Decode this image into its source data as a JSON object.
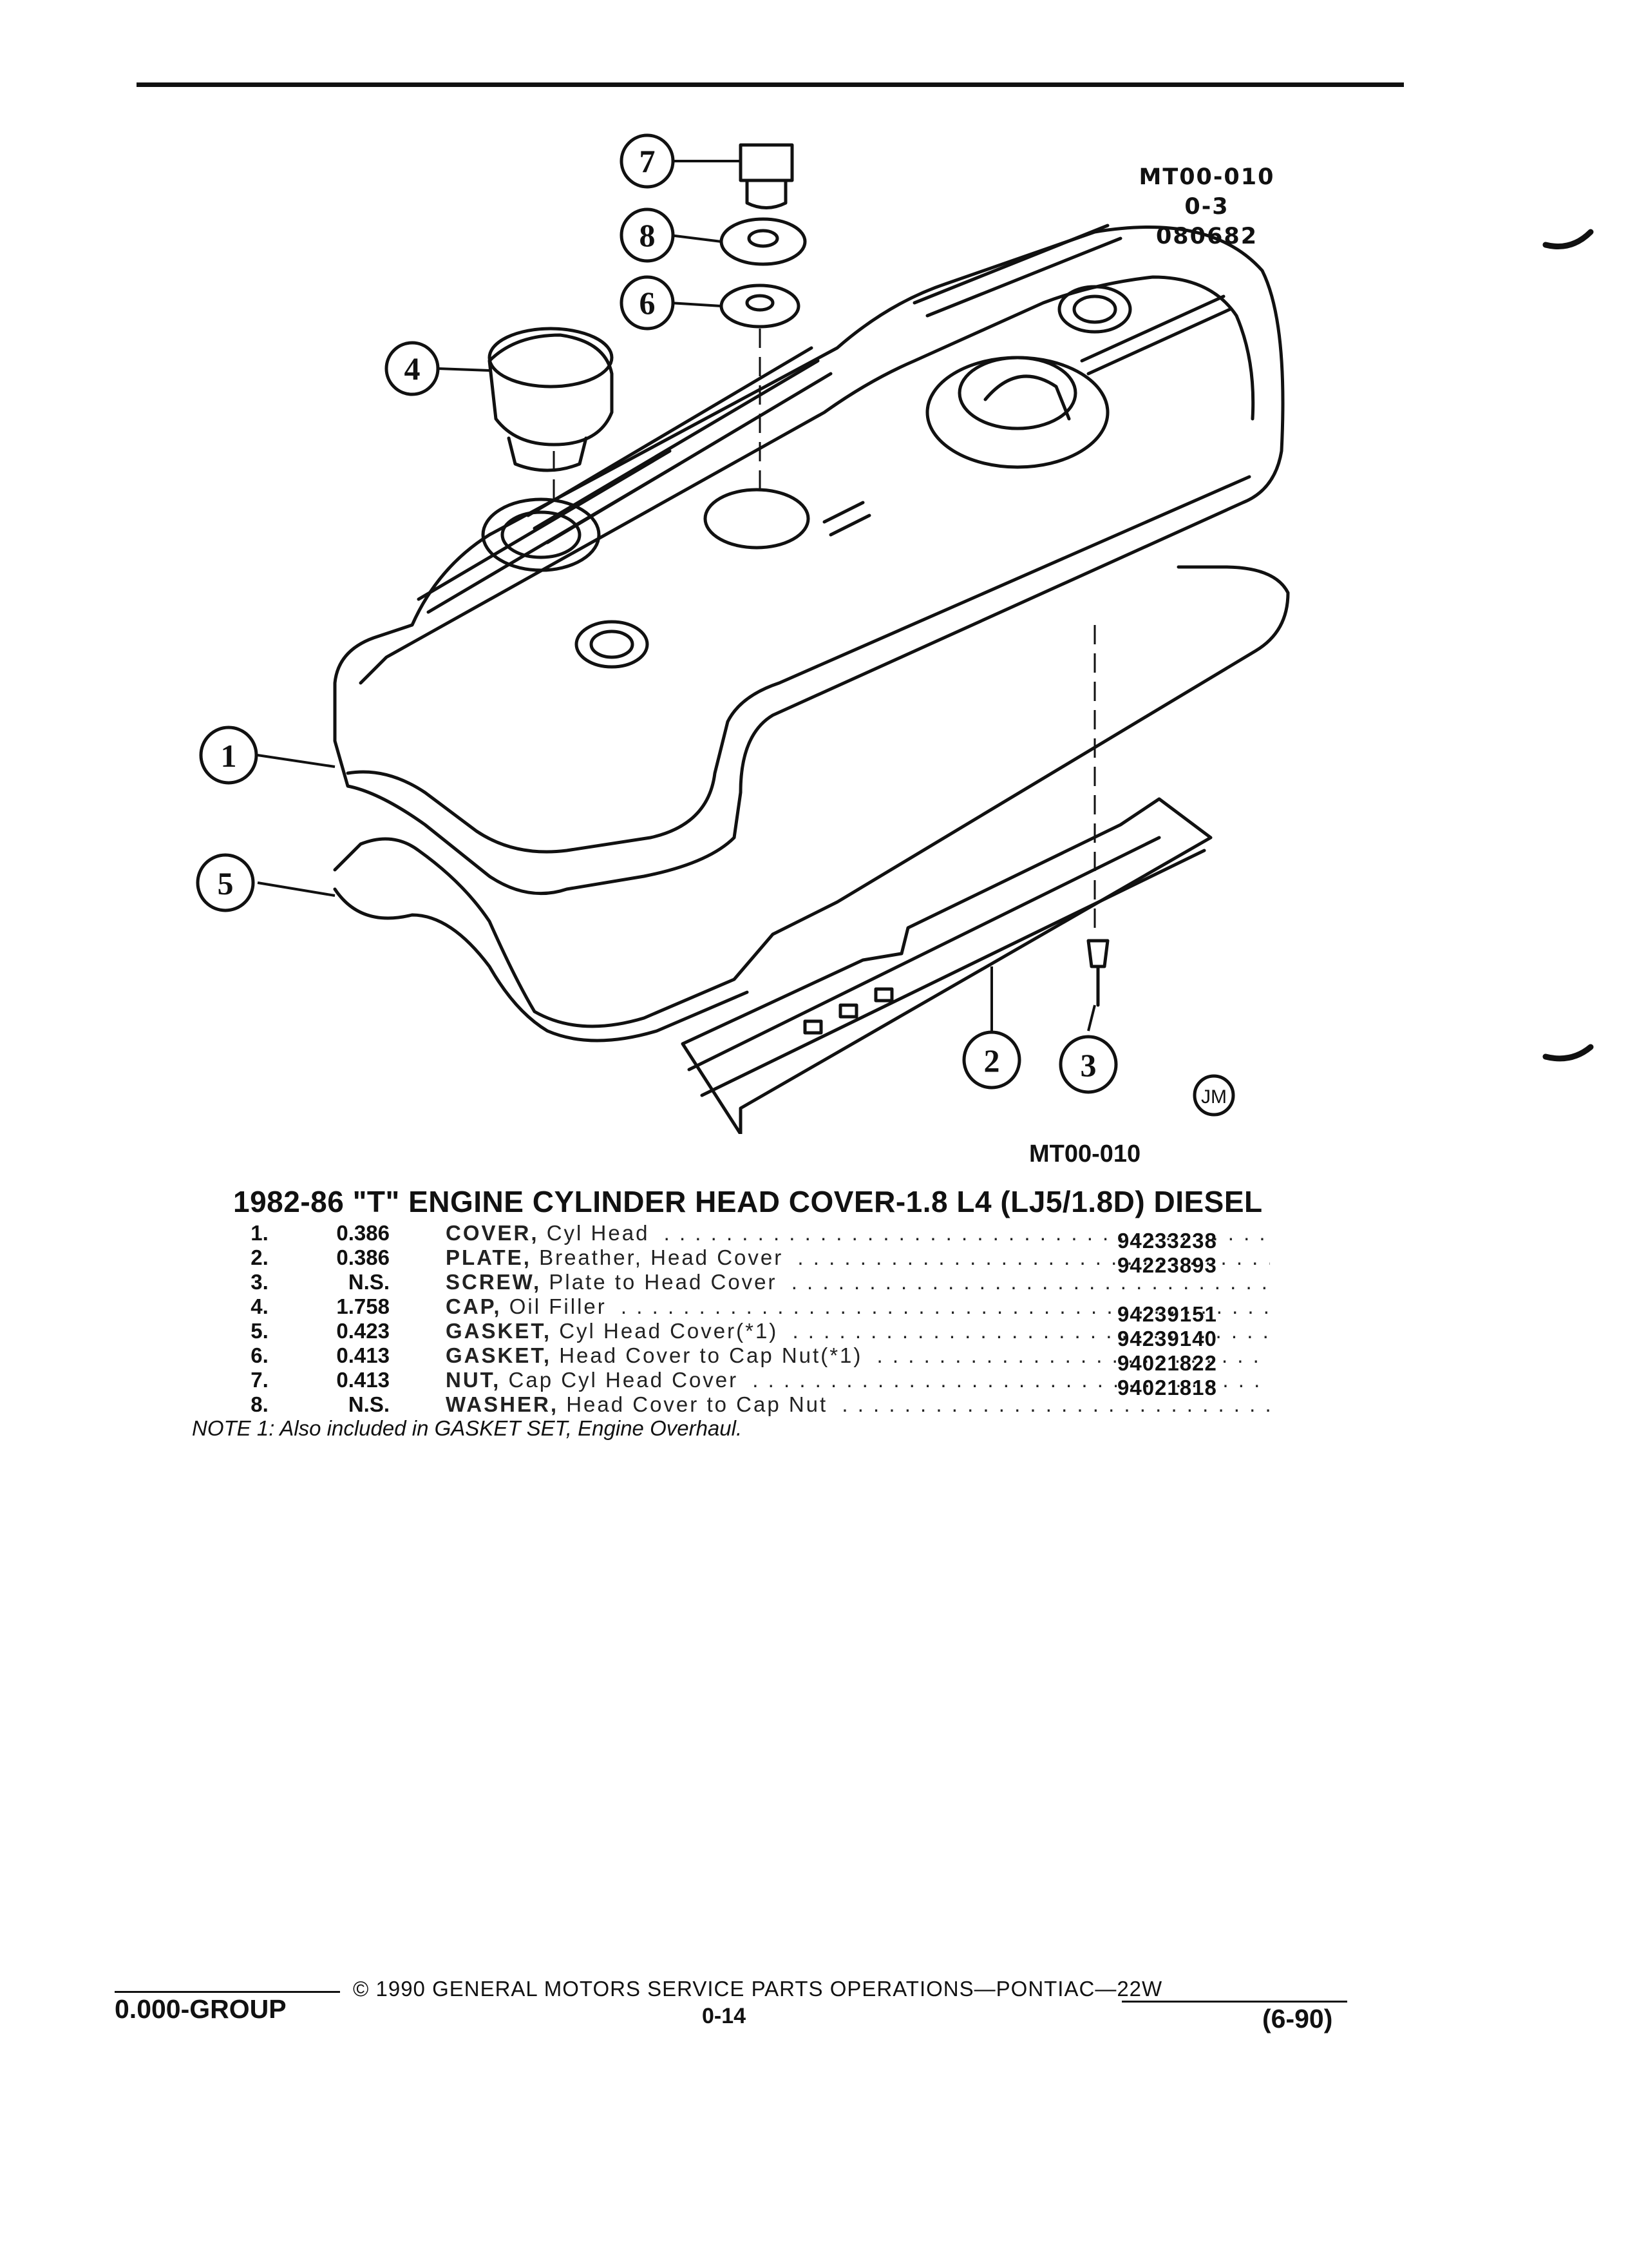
{
  "header": {
    "ref_lines": [
      "MT00-010",
      "0-3",
      "080682"
    ]
  },
  "figure": {
    "callouts": [
      "7",
      "8",
      "6",
      "4",
      "1",
      "5",
      "2",
      "3"
    ],
    "artist_mark": "JM",
    "code": "MT00-010"
  },
  "title": "1982-86 \"T\" ENGINE CYLINDER HEAD COVER-1.8 L4 (LJ5/1.8D) DIESEL",
  "parts": [
    {
      "no": "1.",
      "qty": "0.386",
      "name": "COVER,",
      "desc": "Cyl Head",
      "pn": "94233238"
    },
    {
      "no": "2.",
      "qty": "0.386",
      "name": "PLATE,",
      "desc": "Breather, Head Cover",
      "pn": "94223893"
    },
    {
      "no": "3.",
      "qty": "N.S.",
      "name": "SCREW,",
      "desc": "Plate to Head Cover",
      "pn": ""
    },
    {
      "no": "4.",
      "qty": "1.758",
      "name": "CAP,",
      "desc": "Oil Filler",
      "pn": "94239151"
    },
    {
      "no": "5.",
      "qty": "0.423",
      "name": "GASKET,",
      "desc": "Cyl Head Cover(*1)",
      "pn": "94239140"
    },
    {
      "no": "6.",
      "qty": "0.413",
      "name": "GASKET,",
      "desc": "Head Cover to Cap Nut(*1)",
      "pn": "94021822"
    },
    {
      "no": "7.",
      "qty": "0.413",
      "name": "NUT,",
      "desc": "Cap Cyl Head Cover",
      "pn": "94021818"
    },
    {
      "no": "8.",
      "qty": "N.S.",
      "name": "WASHER,",
      "desc": "Head Cover to Cap Nut",
      "pn": ""
    }
  ],
  "note": "NOTE 1: Also included in GASKET SET, Engine Overhaul.",
  "footer": {
    "copyright": "© 1990 GENERAL MOTORS SERVICE PARTS OPERATIONS—PONTIAC—22W",
    "group": "0.000-GROUP",
    "page": "0-14",
    "date": "(6-90)"
  }
}
